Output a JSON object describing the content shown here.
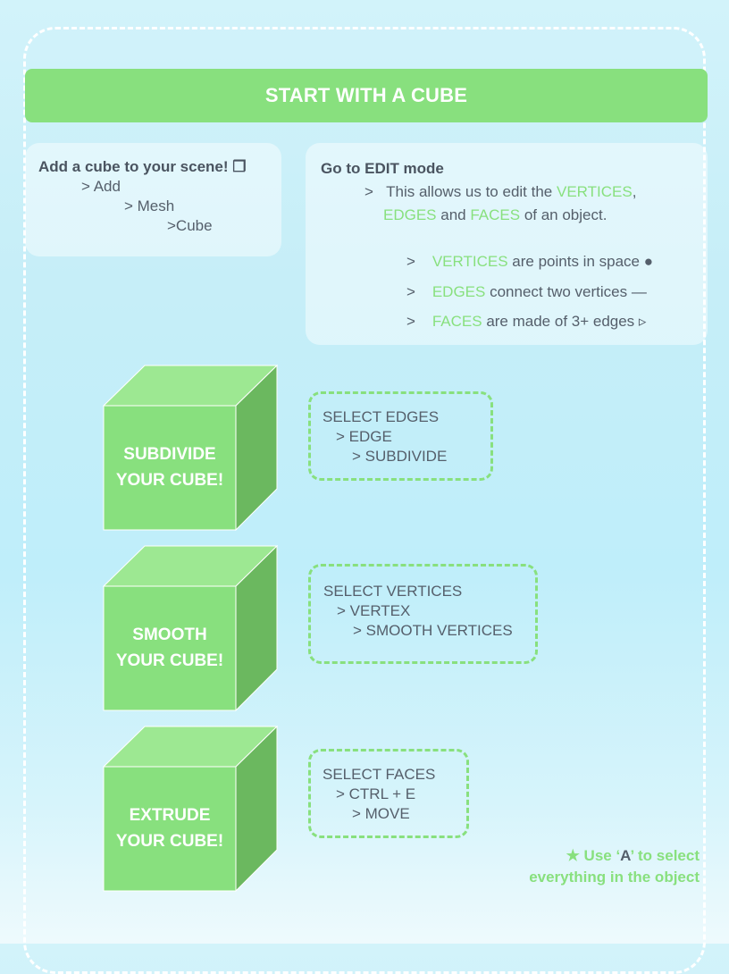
{
  "header": {
    "title": "START WITH A CUBE"
  },
  "add_card": {
    "title": "Add a cube to your scene! ❐",
    "step1": "> Add",
    "step2": "> Mesh",
    "step3": ">Cube"
  },
  "edit_card": {
    "title": "Go to EDIT mode",
    "intro_prefix": ">",
    "intro_a": "This allows us to edit the ",
    "vertices_word": "VERTICES",
    "comma": ",",
    "edges_word": "EDGES",
    "and": " and ",
    "faces_word": "FACES",
    "intro_b": " of an object.",
    "bullets": [
      {
        "marker": ">",
        "term": "VERTICES",
        "rest": " are points in space ●"
      },
      {
        "marker": ">",
        "term": "EDGES",
        "rest": " connect two vertices —"
      },
      {
        "marker": ">",
        "term": "FACES",
        "rest": " are made of 3+ edges ▹"
      }
    ]
  },
  "steps": [
    {
      "cube_line1": "SUBDIVIDE",
      "cube_line2": "YOUR CUBE!",
      "instr": [
        "SELECT EDGES",
        "> EDGE",
        "> SUBDIVIDE"
      ]
    },
    {
      "cube_line1": "SMOOTH",
      "cube_line2": "YOUR CUBE!",
      "instr": [
        "SELECT VERTICES",
        "> VERTEX",
        "> SMOOTH VERTICES"
      ]
    },
    {
      "cube_line1": "EXTRUDE",
      "cube_line2": "YOUR CUBE!",
      "instr": [
        "SELECT FACES",
        "> CTRL + E",
        "> MOVE"
      ]
    }
  ],
  "tip": {
    "star": "★",
    "use": " Use ‘",
    "key": "A",
    "rest1": "’ to select",
    "rest2": "everything in the object"
  },
  "colors": {
    "accent": "#88e07e",
    "cube_top": "#9de892",
    "cube_side": "#6bb85f",
    "text": "#555f6b"
  }
}
